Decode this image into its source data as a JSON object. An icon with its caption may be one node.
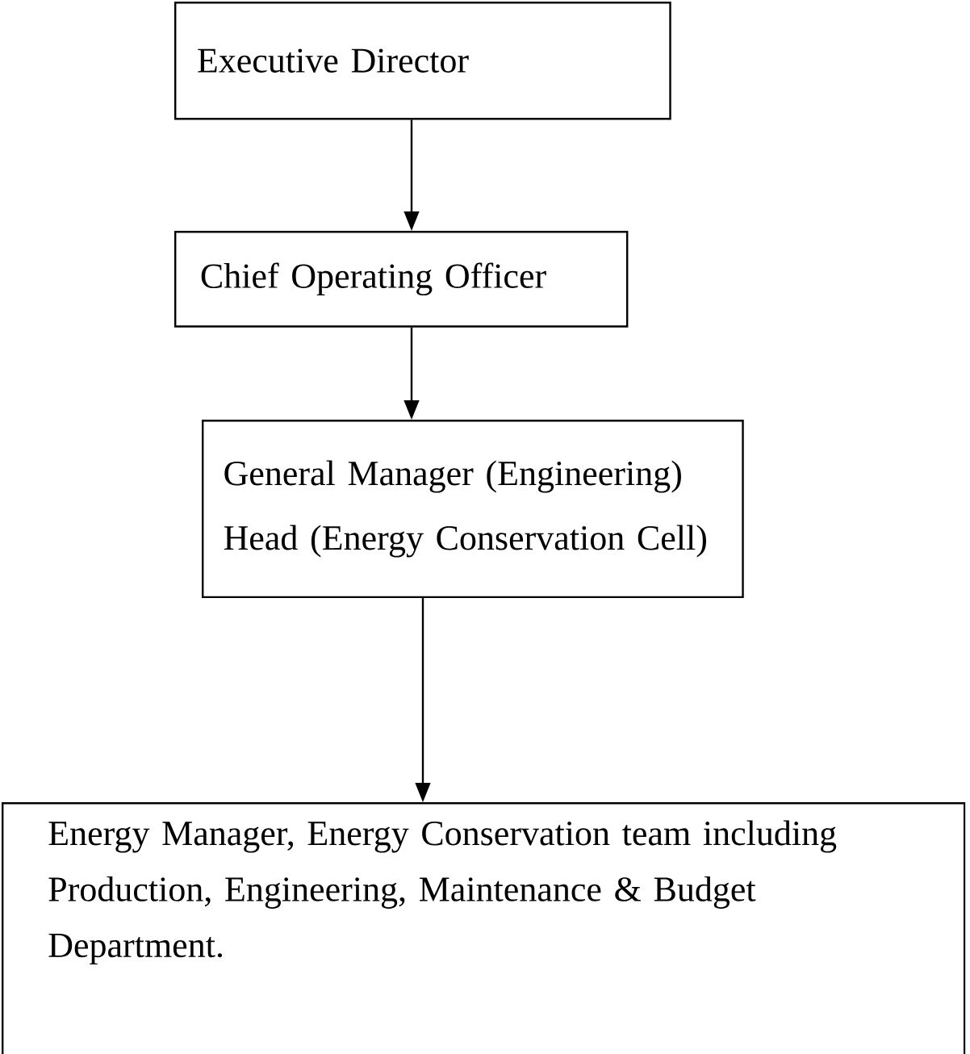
{
  "diagram": {
    "nodes": [
      {
        "text": [
          "Executive Director"
        ]
      },
      {
        "text": [
          "Chief Operating Officer"
        ]
      },
      {
        "text": [
          "General Manager (Engineering)",
          "Head (Energy Conservation Cell)"
        ]
      },
      {
        "text": [
          "Energy Manager, Energy Conservation team including Production, Engineering, Maintenance & Budget Department."
        ]
      }
    ],
    "edges": [
      {
        "from": 0,
        "to": 1,
        "arrow": "to"
      },
      {
        "from": 1,
        "to": 2,
        "arrow": "to"
      },
      {
        "from": 2,
        "to": 3,
        "arrow": "to"
      }
    ]
  }
}
